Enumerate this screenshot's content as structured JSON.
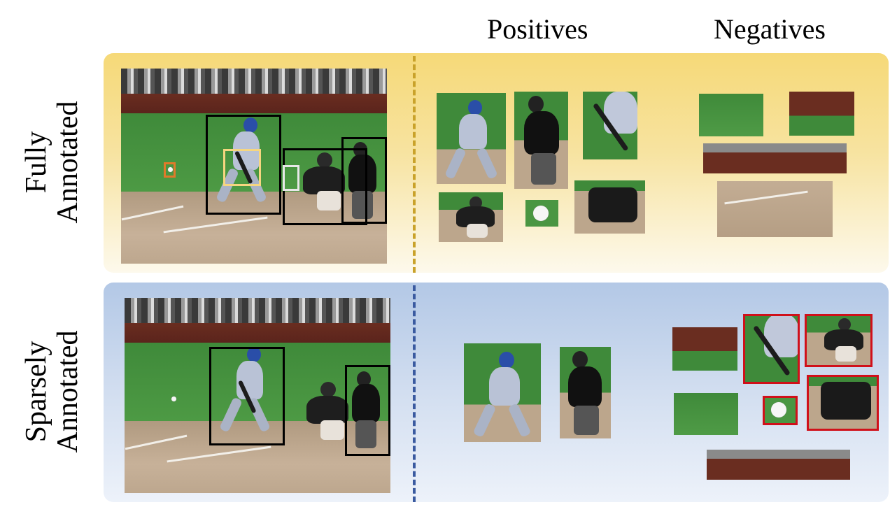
{
  "headers": {
    "positives": "Positives",
    "negatives": "Negatives"
  },
  "rows": {
    "full": {
      "line1": "Fully",
      "line2": "Annotated"
    },
    "sparse": {
      "line1": "Sparsely",
      "line2": "Annotated"
    }
  },
  "colors": {
    "full_panel": "#f6d978",
    "sparse_panel": "#b3c8e6",
    "full_divider": "#c9a22a",
    "sparse_divider": "#3a5aa0",
    "box_person": "#000000",
    "box_bat": "#f6d680",
    "box_glove": "#e8e8e8",
    "box_ball": "#e07a2a",
    "box_false_negative": "#d0101a"
  },
  "icons": [
    "baseball-scene-image",
    "batter-figure",
    "catcher-figure",
    "umpire-figure",
    "baseball-ball"
  ]
}
